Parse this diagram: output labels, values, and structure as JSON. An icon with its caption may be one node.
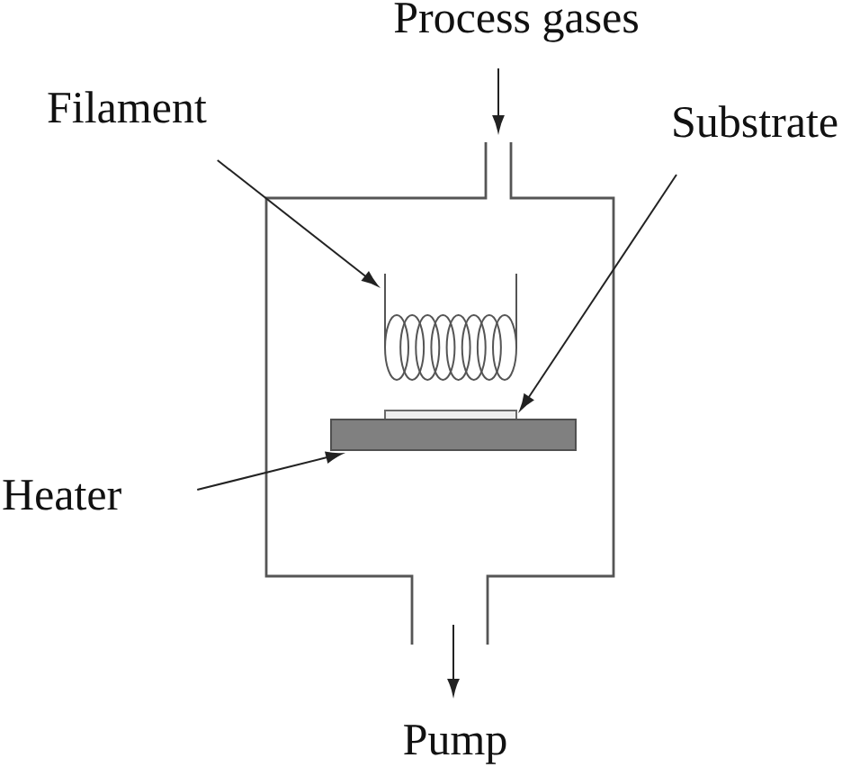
{
  "diagram": {
    "nodes": [
      {
        "text": [
          "Process gases"
        ]
      },
      {
        "text": [
          "Filament"
        ]
      },
      {
        "text": [
          "Substrate"
        ]
      },
      {
        "text": [],
        "shape": "box"
      },
      {
        "text": [],
        "shape": "picture",
        "in": 3
      },
      {
        "text": [],
        "shape": "bar",
        "in": 3
      },
      {
        "text": [],
        "shape": "bar",
        "in": 3
      },
      {
        "text": [
          "Heater"
        ]
      },
      {
        "text": [
          "Pump"
        ]
      }
    ],
    "edges": [
      {
        "from": 0,
        "to": 3,
        "arrow": "to"
      },
      {
        "from": 1,
        "to": 4,
        "arrow": "to"
      },
      {
        "from": 2,
        "to": 5,
        "arrow": "to"
      },
      {
        "from": 7,
        "to": 6,
        "arrow": "to"
      },
      {
        "from": 3,
        "to": 8,
        "arrow": "to"
      }
    ]
  }
}
